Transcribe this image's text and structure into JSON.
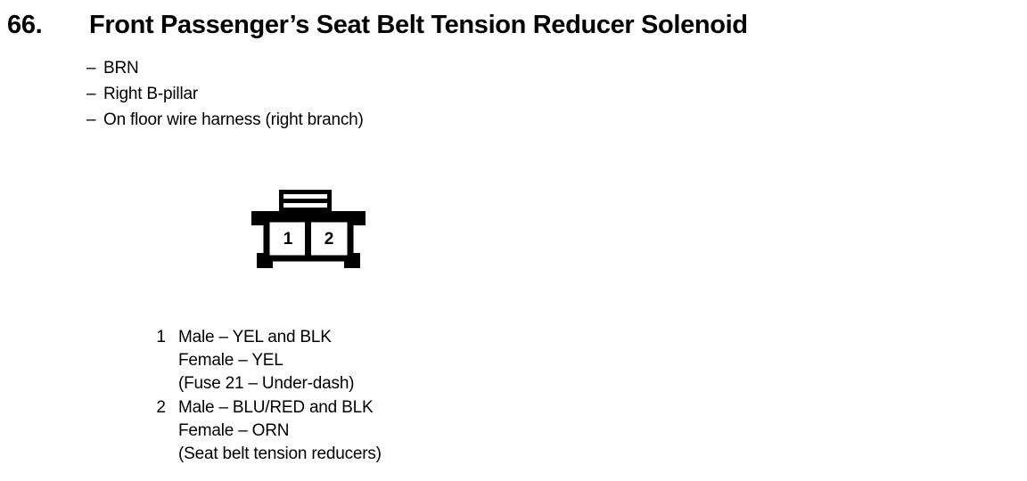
{
  "entry": {
    "number": "66.",
    "title": "Front Passenger’s Seat Belt Tension Reducer Solenoid"
  },
  "specs": {
    "dash": "–",
    "items": [
      "BRN",
      "Right B-pillar",
      "On floor wire harness (right branch)"
    ]
  },
  "connector": {
    "pin_count": 2,
    "pins": [
      {
        "label": "1"
      },
      {
        "label": "2"
      }
    ],
    "stroke_color": "#000000",
    "fill_color": "#ffffff"
  },
  "pin_legend": [
    {
      "index": "1",
      "lines": [
        "Male – YEL and BLK",
        "Female – YEL",
        "(Fuse 21 – Under-dash)"
      ]
    },
    {
      "index": "2",
      "lines": [
        "Male – BLU/RED and BLK",
        "Female – ORN",
        "(Seat belt tension reducers)"
      ]
    }
  ]
}
